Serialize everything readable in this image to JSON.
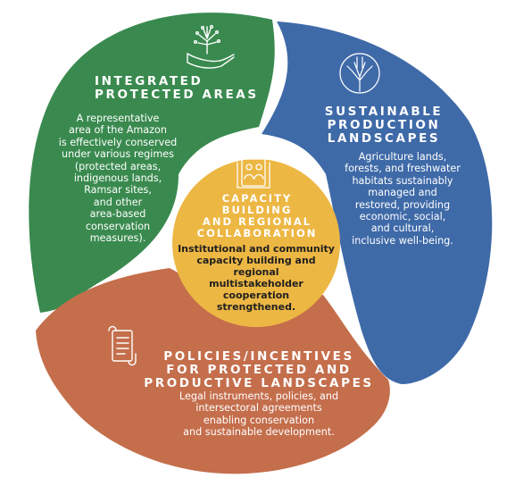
{
  "colors": {
    "green": "#3a8a4f",
    "blue": "#3f6aa8",
    "orange": "#c46e4c",
    "yellow": "#edb744",
    "white": "#ffffff",
    "dark_text": "#1f1f1f"
  },
  "segments": {
    "integrated": {
      "icon": "hand-plant-icon",
      "title": "INTEGRATED\nPROTECTED AREAS",
      "body": "A representative\narea of the Amazon\nis effectively conserved\nunder various regimes\n(protected areas,\nindigenous lands,\nRamsar sites,\nand other\narea-based\nconservation\nmeasures)."
    },
    "sustainable": {
      "icon": "tree-icon",
      "title": "SUSTAINABLE\nPRODUCTION\nLANDSCAPES",
      "body": "Agriculture lands,\nforests, and freshwater\nhabitats sustainably\nmanaged and\nrestored, providing\neconomic, social,\nand cultural,\ninclusive well-being."
    },
    "policies": {
      "icon": "scroll-document-icon",
      "title": "POLICIES/INCENTIVES\nFOR PROTECTED AND\nPRODUCTIVE LANDSCAPES",
      "body": "Legal instruments, policies, and\nintersectoral agreements\nenabling conservation\nand sustainable development."
    },
    "capacity": {
      "icon": "people-building-icon",
      "title": "CAPACITY\nBUILDING\nAND REGIONAL\nCOLLABORATION",
      "body": "Institutional and community\ncapacity building and regional\nmultistakeholder\ncooperation\nstrengthened."
    }
  }
}
